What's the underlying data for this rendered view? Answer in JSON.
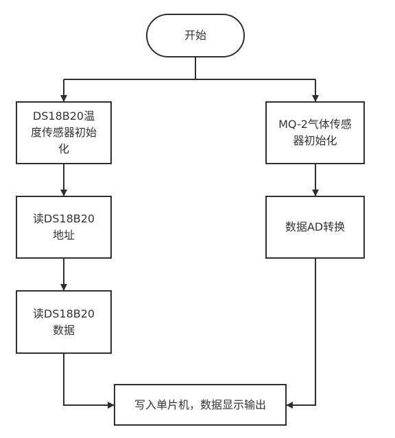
{
  "flowchart": {
    "start": "开始",
    "left_branch": {
      "init_temp_sensor": "DS18B20温度传感器初始化",
      "read_address": "读DS18B20地址",
      "read_data": "读DS18B20数据"
    },
    "right_branch": {
      "init_gas_sensor": "MQ-2气体传感器初始化",
      "ad_conversion": "数据AD转换"
    },
    "end": "写入单片机，数据显示输出"
  },
  "colors": {
    "line": "#2e2e2e",
    "box_border": "#2e2e2e",
    "text": "#333333",
    "background": "#ffffff"
  }
}
